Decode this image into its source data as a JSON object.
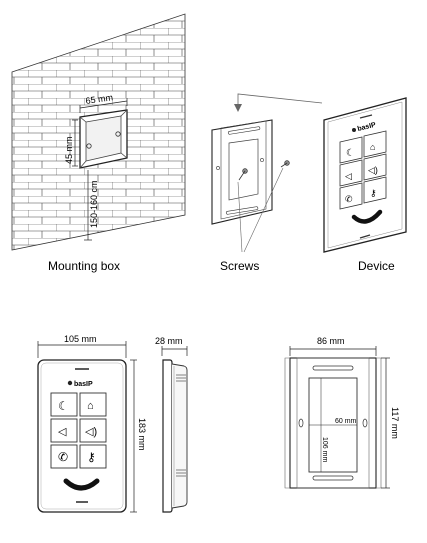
{
  "top": {
    "mounting_box": {
      "caption": "Mounting box",
      "width": "65 mm",
      "height": "45 mm",
      "install_height": "150-160 cm"
    },
    "screws": {
      "caption": "Screws"
    },
    "device": {
      "caption": "Device",
      "brand": "basIP"
    }
  },
  "bottom": {
    "front": {
      "width": "105 mm",
      "height": "183 mm",
      "brand": "basIP"
    },
    "side": {
      "depth": "28 mm"
    },
    "plate": {
      "width": "86 mm",
      "height": "117 mm",
      "inner_width": "60 mm",
      "inner_height": "106 mm"
    }
  },
  "icons": [
    "moon-icon",
    "door-lock-icon",
    "speaker-icon",
    "speaker-loud-icon",
    "phone-icon",
    "key-icon"
  ]
}
